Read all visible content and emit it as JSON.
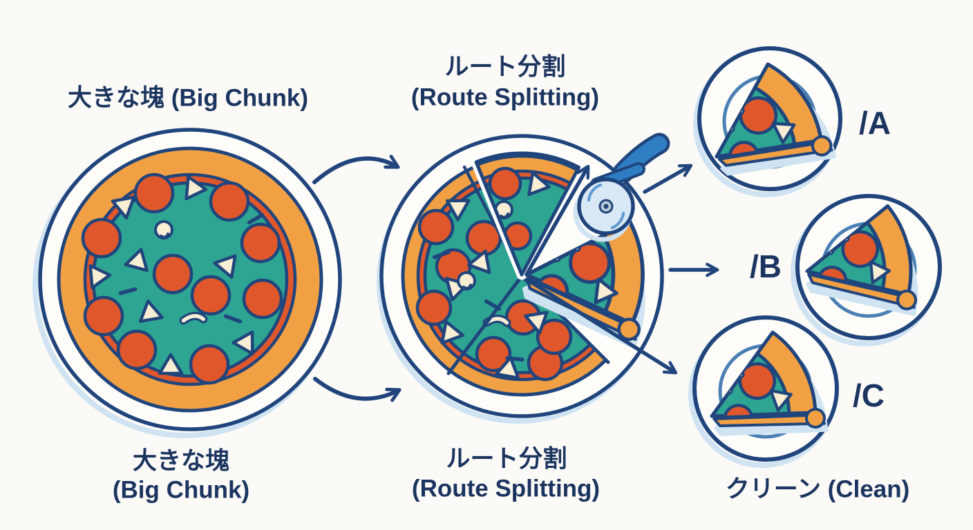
{
  "diagram_title": "Route splitting pizza metaphor",
  "palette": {
    "outline_navy": "#20457c",
    "text_navy": "#1b3560",
    "cheese_teal": "#2ea593",
    "crust_orange": "#f2a044",
    "pepperoni_red": "#e0572b",
    "topping_cream": "#f7eed3",
    "shadow_lightblue": "#cfe3f2",
    "cutter_handle_blue": "#2f7ec4",
    "background": "#fbfaf7"
  },
  "stage1": {
    "label_top": "大きな塊 (Big Chunk)",
    "label_bottom_line1": "大きな塊",
    "label_bottom_line2": "(Big Chunk)"
  },
  "stage2": {
    "label_top_line1": "ルート分割",
    "label_top_line2": "(Route Splitting)",
    "label_bottom_line1": "ルート分割",
    "label_bottom_line2": "(Route Splitting)"
  },
  "stage3": {
    "route_a": "/A",
    "route_b": "/B",
    "route_c": "/C",
    "label_bottom": "クリーン (Clean)"
  },
  "icons": [
    "whole-pizza-icon",
    "sliced-pizza-icon",
    "pizza-cutter-icon",
    "plate-slice-a-icon",
    "plate-slice-b-icon",
    "plate-slice-c-icon",
    "arrow-icons"
  ]
}
